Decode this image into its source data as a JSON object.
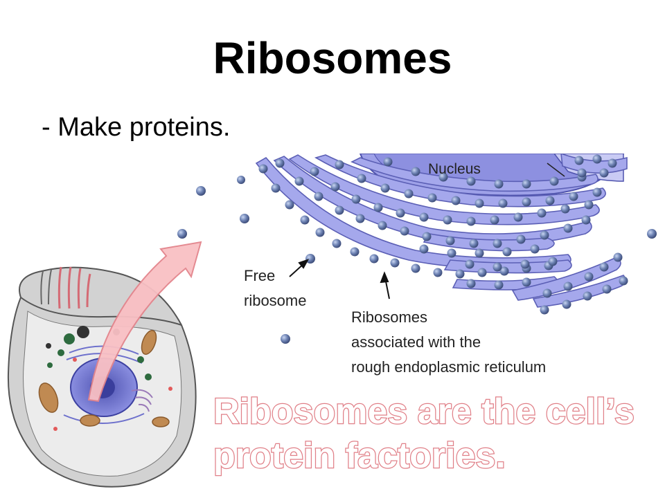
{
  "slide": {
    "title": "Ribosomes",
    "bullet": "- Make proteins."
  },
  "figure": {
    "labels": {
      "nucleus": "Nucleus",
      "free_ribosome_line1": "Free",
      "free_ribosome_line2": "ribosome",
      "rer_line1": "Ribosomes",
      "rer_line2": "associated with the",
      "rer_line3": "rough endoplasmic reticulum"
    },
    "tagline": {
      "line1": "Ribosomes are the cell’s",
      "line2": "protein factories."
    }
  },
  "colors": {
    "membrane": "#a3a6ea",
    "membrane_stroke": "#5b5fb5",
    "ribosome": "#5c6f9c",
    "arrow": "#f7b8bd",
    "arrow_stroke": "#e88b93",
    "cell_fill": "#d2d2d2"
  }
}
